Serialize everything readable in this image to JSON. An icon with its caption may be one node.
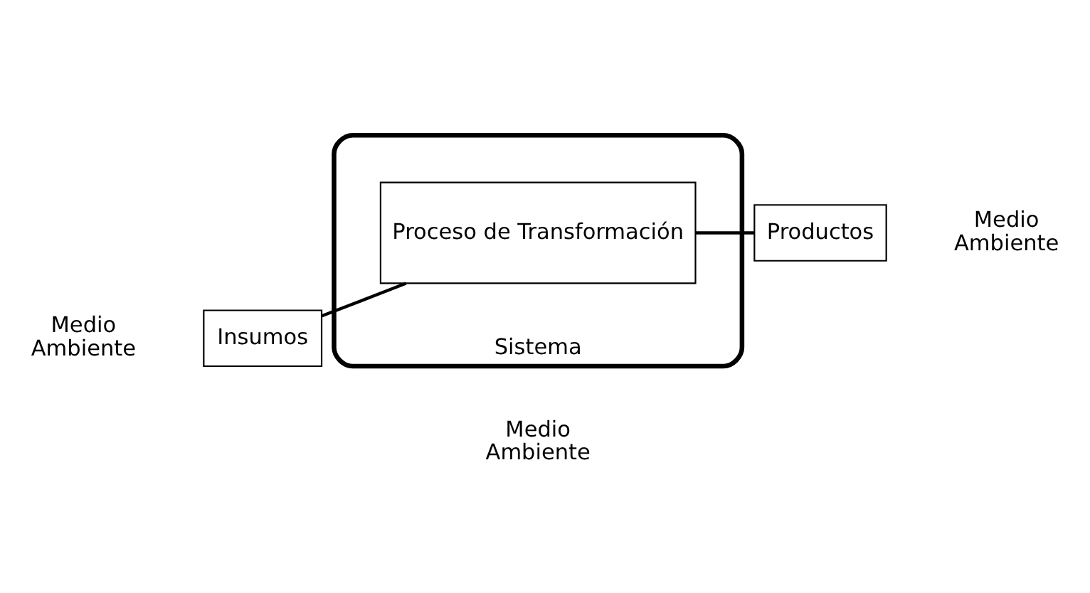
{
  "diagram": {
    "nodes": [
      {
        "text": [
          "Sistema"
        ]
      },
      {
        "text": [
          "Insumos"
        ]
      },
      {
        "text": [
          "Proceso de Transformación"
        ],
        "in": 0
      },
      {
        "text": [
          "Productos"
        ]
      }
    ],
    "edges": [
      {
        "from": 1,
        "to": 2,
        "arrow": "none"
      },
      {
        "from": 2,
        "to": 3,
        "arrow": "none"
      }
    ],
    "labels": [
      "Medio Ambiente",
      "Medio Ambiente",
      "Medio Ambiente"
    ]
  }
}
